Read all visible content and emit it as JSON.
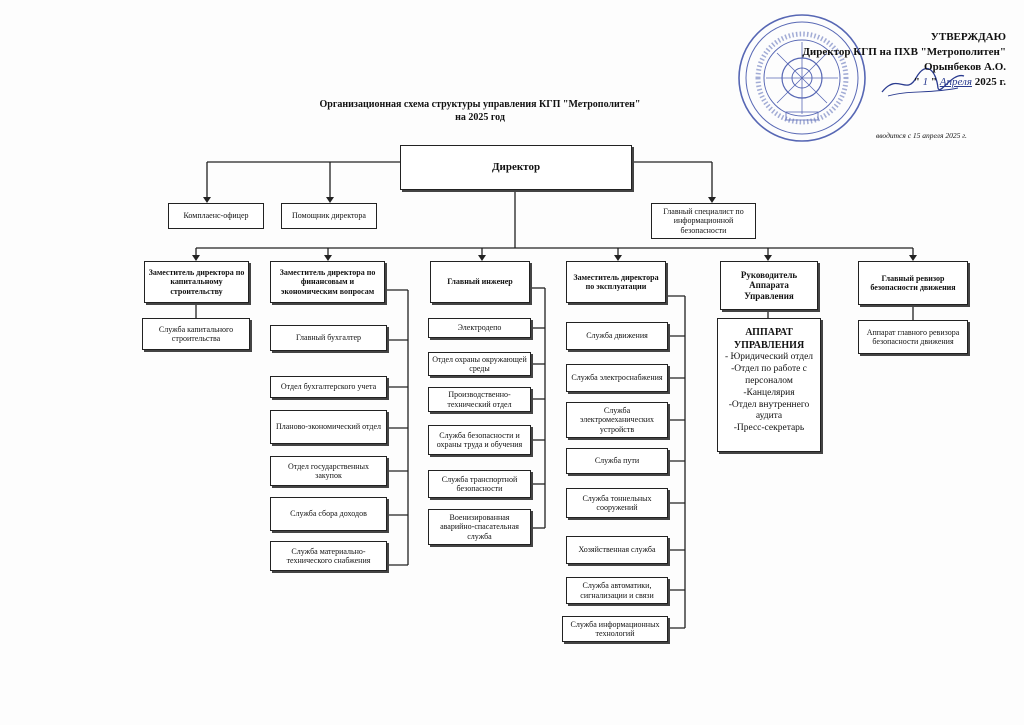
{
  "approval": {
    "line1": "УТВЕРЖДАЮ",
    "line2": "Директор КГП на ПХВ \"Метрополитен\"",
    "line3": "Орынбеков А.О.",
    "date_open": "\"",
    "date_day": "1",
    "date_sep": "\"",
    "date_month": "Апреля",
    "date_year": "2025 г."
  },
  "title": {
    "line1": "Организационная схема структуры управления КГП \"Метрополитен\"",
    "line2": "на 2025 год"
  },
  "effective_note": "вводится с 15 апреля 2025 г.",
  "director": "Директор",
  "staff": {
    "compliance": "Комплаенс-офицер",
    "assistant": "Помощник директора",
    "infosec": "Главный специалист по информационной безопасности"
  },
  "columns": [
    {
      "head": "Заместитель директора по капитальному строительству",
      "items": [
        "Служба капитального строительства"
      ]
    },
    {
      "head": "Заместитель директора по финансовым и экономическим вопросам",
      "items": [
        "Главный бухгалтер",
        "Отдел бухгалтерского учета",
        "Планово-экономический отдел",
        "Отдел государственных закупок",
        "Служба сбора доходов",
        "Служба материально-технического снабжения"
      ]
    },
    {
      "head": "Главный инженер",
      "items": [
        "Электродепо",
        "Отдел охраны окружающей среды",
        "Производственно-технический отдел",
        "Служба безопасности и охраны труда и обучения",
        "Служба транспортной безопасности",
        "Военизированная аварийно-спасательная служба"
      ]
    },
    {
      "head": "Заместитель директора по эксплуатации",
      "items": [
        "Служба движения",
        "Служба электроснабжения",
        "Служба электромеханических устройств",
        "Служба пути",
        "Служба тоннельных сооружений",
        "Хозяйственная служба",
        "Служба автоматики, сигнализации и связи",
        "Служба информационных технологий"
      ]
    },
    {
      "head": "Руководитель Аппарата Управления",
      "apparat": {
        "title": "АППАРАТ УПРАВЛЕНИЯ",
        "lines": [
          "- Юридический отдел",
          "-Отдел по работе с персоналом",
          "-Канцелярия",
          "-Отдел внутреннего аудита",
          "-Пресс-секретарь"
        ]
      }
    },
    {
      "head": "Главный ревизор безопасности движения",
      "items": [
        "Аппарат главного ревизора безопасности движения"
      ]
    }
  ],
  "stamp_color": "#3b4ea8"
}
